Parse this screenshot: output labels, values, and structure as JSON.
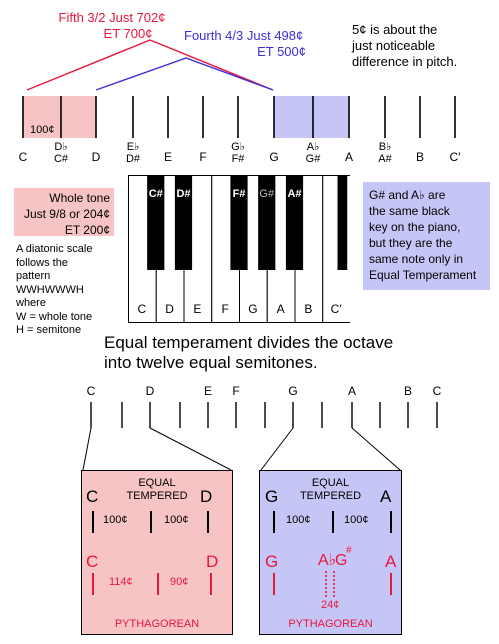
{
  "colors": {
    "red": "#e8173c",
    "blue": "#3c2fd6",
    "pink_box": "#f6c4c4",
    "lavender_box": "#c6c6f6"
  },
  "fifth": {
    "just": "Fifth  3/2 Just  702¢",
    "et": "ET 700¢"
  },
  "fourth": {
    "just": "Fourth  4/3 Just  498¢",
    "et": "ET 500¢"
  },
  "jnd_note": [
    "5¢ is about the",
    "just noticeable",
    "difference in pitch."
  ],
  "top_scale": {
    "semitone_label": "100¢",
    "notes": [
      {
        "t": "C"
      },
      {
        "t": "D♭",
        "b": "C#"
      },
      {
        "t": "D"
      },
      {
        "t": "E♭",
        "b": "D#"
      },
      {
        "t": "E"
      },
      {
        "t": "F"
      },
      {
        "t": "G♭",
        "b": "F#"
      },
      {
        "t": "G"
      },
      {
        "t": "A♭",
        "b": "G#"
      },
      {
        "t": "A"
      },
      {
        "t": "B♭",
        "b": "A#"
      },
      {
        "t": "B"
      },
      {
        "t": "C′"
      }
    ]
  },
  "whole_tone": {
    "lines": [
      "Whole tone",
      "Just 9/8 or 204¢",
      "ET  200¢"
    ]
  },
  "diatonic": {
    "lines": [
      "A diatonic scale",
      "follows the",
      "pattern",
      "WWHWWWH",
      "where",
      "W = whole tone",
      "H = semitone"
    ]
  },
  "piano": {
    "white_keys": [
      "C",
      "D",
      "E",
      "F",
      "G",
      "A",
      "B",
      "C′"
    ],
    "black_keys": [
      "C#",
      "D#",
      "F#",
      "G#",
      "A#"
    ]
  },
  "gsharp_note": [
    "G# and A♭  are",
    "the same black",
    "key on the piano,",
    "but they are the",
    "same note only in",
    "Equal Temperament"
  ],
  "equal_temp": {
    "line1": "Equal temperament divides the octave",
    "line2": "into twelve equal semitones."
  },
  "bottom_scale": {
    "notes": [
      "C",
      "D",
      "E",
      "F",
      "G",
      "A",
      "B",
      "C"
    ]
  },
  "left_box": {
    "title1": "EQUAL",
    "title2": "TEMPERED",
    "left_note": "C",
    "right_note": "D",
    "et_a": "100¢",
    "et_b": "100¢",
    "py_left": "C",
    "py_right": "D",
    "py_a": "114¢",
    "py_b": "90¢",
    "footer": "PYTHAGOREAN"
  },
  "right_box": {
    "title1": "EQUAL",
    "title2": "TEMPERED",
    "left_note": "G",
    "right_note": "A",
    "et_a": "100¢",
    "et_b": "100¢",
    "py_left": "G",
    "py_right": "A",
    "py_mid_a": "A♭",
    "py_mid_g": "G",
    "py_mid_sharp": "#",
    "comma": "24¢",
    "footer": "PYTHAGOREAN"
  }
}
